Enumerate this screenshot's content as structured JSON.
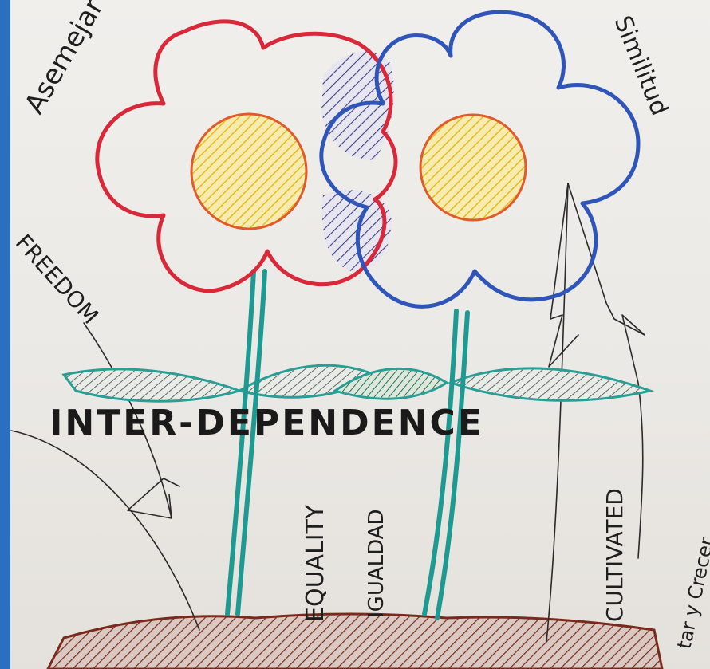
{
  "labels": {
    "top_left": "Asemejar",
    "top_right": "Similitud",
    "freedom": "FREEDOM",
    "interdependence": "INTER-DEPENDENCE",
    "equality": "EQUALITY",
    "igualdad": "IGUALDAD",
    "cultivated": "CULTIVATED",
    "right_edge": "tar y Crecer"
  },
  "colors": {
    "red_flower": "#d8283a",
    "blue_flower": "#2f55b8",
    "center_fill": "#f0cc3c",
    "center_stroke": "#e05a2a",
    "stem": "#1f9a93",
    "leaf": "#2a9e96",
    "soil": "#7a2a1c",
    "overlap_hatch": "#3b3f8c",
    "border": "#2a6fc0"
  }
}
